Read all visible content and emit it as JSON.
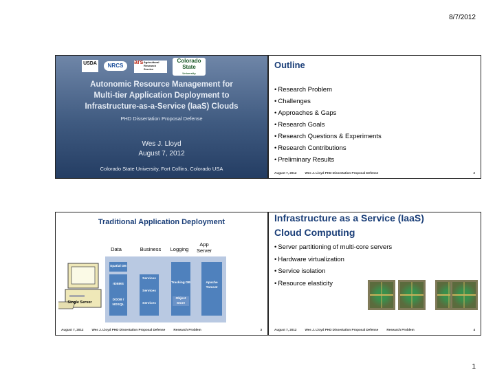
{
  "page": {
    "date": "8/7/2012",
    "number": "1"
  },
  "slide1": {
    "logos": [
      "USDA",
      "NRCS",
      "ars",
      "Agricultural Research Service",
      "Colorado State",
      "University"
    ],
    "title_lines": [
      "Autonomic Resource Management for",
      "Multi-tier Application Deployment to",
      "Infrastructure-as-a-Service (IaaS) Clouds"
    ],
    "subtitle": "PHD Dissertation Proposal Defense",
    "author": "Wes J. Lloyd",
    "date": "August 7, 2012",
    "affiliation": "Colorado State University, Fort Collins, Colorado USA"
  },
  "slide2": {
    "title": "Outline",
    "bullets": [
      "Research Problem",
      "Challenges",
      "Approaches & Gaps",
      "Research Goals",
      "Research Questions & Experiments",
      "Research Contributions",
      "Preliminary Results"
    ],
    "footer": {
      "date": "August 7, 2012",
      "text": "Wes J. Lloyd PHD Dissertation Proposal Defense",
      "section": "",
      "num": "2"
    }
  },
  "slide3": {
    "title": "Traditional Application Deployment",
    "columns": [
      "Data",
      "Business",
      "Logging",
      "App Server"
    ],
    "boxes": [
      "Spatial DB",
      "Services",
      "Tracking DB",
      "Apache Tomcat",
      "rDBMS",
      "Services",
      "Object Store",
      "DODB / NOSQL",
      "Services"
    ],
    "server_label": "Single Server",
    "footer": {
      "date": "August 7, 2012",
      "text": "Wes J. Lloyd PHD Dissertation Proposal Defense",
      "section": "Research Problem",
      "num": "3"
    }
  },
  "slide4": {
    "title_lines": [
      "Infrastructure as a Service (IaaS)",
      "Cloud Computing"
    ],
    "bullets": [
      "Server partitioning of multi-core servers",
      "Hardware virtualization",
      "Service isolation",
      "Resource elasticity"
    ],
    "footer": {
      "date": "August 7, 2012",
      "text": "Wes J. Lloyd PHD Dissertation Proposal Defense",
      "section": "Research Problem",
      "num": "4"
    }
  }
}
